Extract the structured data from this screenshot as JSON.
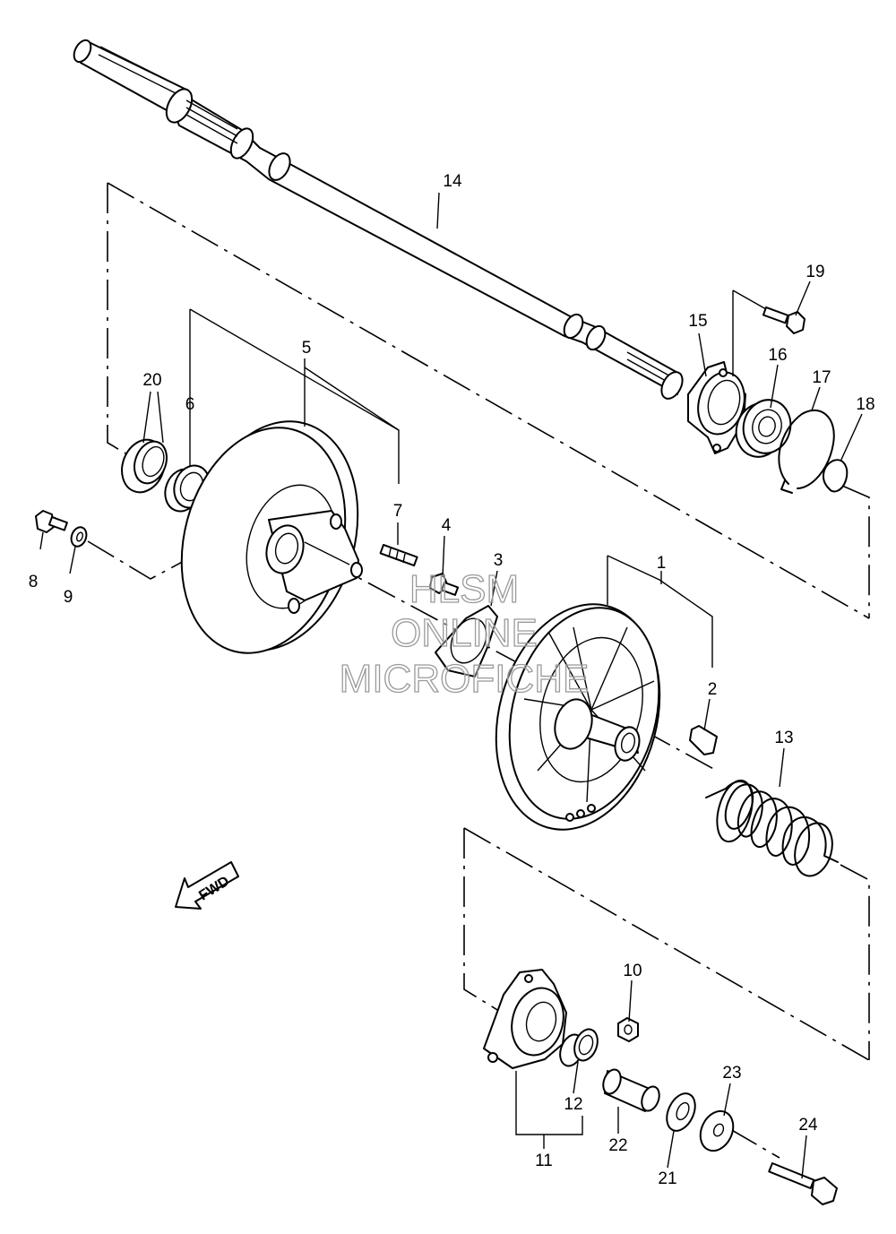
{
  "watermark": {
    "line1": "HLSM",
    "line2": "ONLINE",
    "line3": "MICROFICHE"
  },
  "direction_arrow": {
    "label": "FWD"
  },
  "callouts": [
    {
      "id": "p1",
      "number": "1"
    },
    {
      "id": "p2",
      "number": "2"
    },
    {
      "id": "p3",
      "number": "3"
    },
    {
      "id": "p4",
      "number": "4"
    },
    {
      "id": "p5",
      "number": "5"
    },
    {
      "id": "p6",
      "number": "6"
    },
    {
      "id": "p7",
      "number": "7"
    },
    {
      "id": "p8",
      "number": "8"
    },
    {
      "id": "p9",
      "number": "9"
    },
    {
      "id": "p10",
      "number": "10"
    },
    {
      "id": "p11",
      "number": "11"
    },
    {
      "id": "p12",
      "number": "12"
    },
    {
      "id": "p13",
      "number": "13"
    },
    {
      "id": "p14",
      "number": "14"
    },
    {
      "id": "p15",
      "number": "15"
    },
    {
      "id": "p16",
      "number": "16"
    },
    {
      "id": "p17",
      "number": "17"
    },
    {
      "id": "p18",
      "number": "18"
    },
    {
      "id": "p19",
      "number": "19"
    },
    {
      "id": "p20",
      "number": "20"
    },
    {
      "id": "p21",
      "number": "21"
    },
    {
      "id": "p22",
      "number": "22"
    },
    {
      "id": "p23",
      "number": "23"
    },
    {
      "id": "p24",
      "number": "24"
    }
  ]
}
